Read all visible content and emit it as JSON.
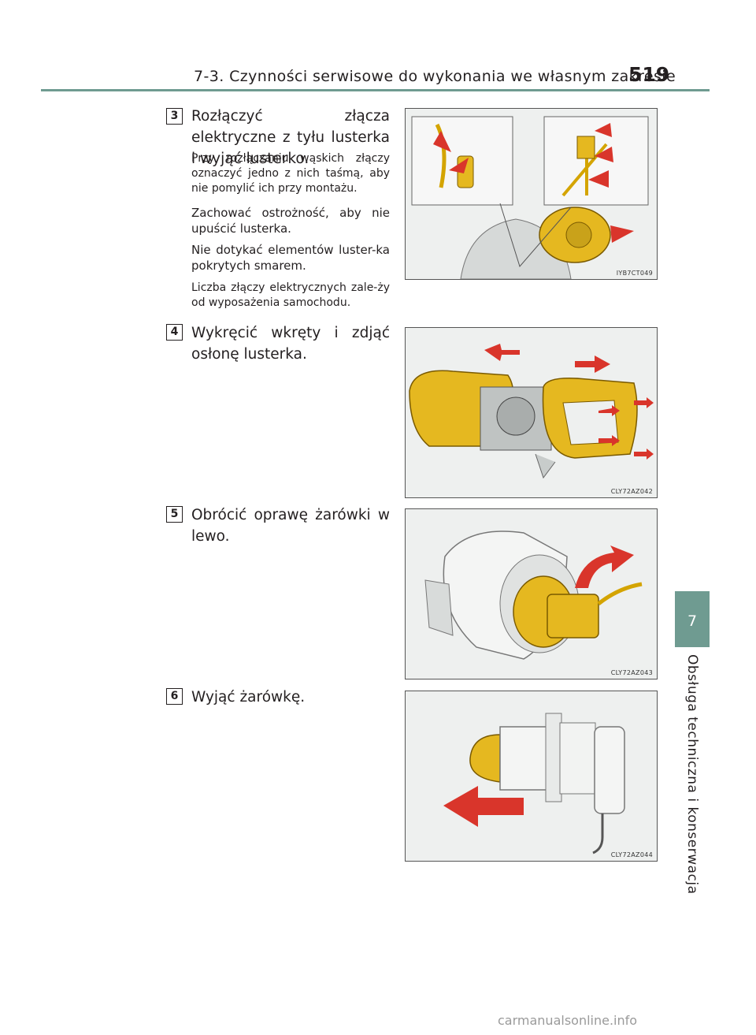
{
  "header": {
    "title": "7-3. Czynności serwisowe do wykonania we własnym zakresie",
    "page_number": "519"
  },
  "side_tab": {
    "number": "7",
    "label": "Obsługa techniczna i konserwacja"
  },
  "steps": [
    {
      "badge": "3",
      "main": "Rozłączyć złącza elektryczne z tyłu lusterka i wyjąć lusterko.",
      "notes": [
        "Przy rozłączaniu wąskich złączy oznaczyć jedno z nich taśmą, aby nie pomylić ich przy montażu.",
        "Zachować ostrożność, aby nie upuścić lusterka.",
        "Nie dotykać elementów luster-ka pokrytych smarem.",
        "Liczba złączy elektrycznych zale-ży od wyposażenia samochodu."
      ],
      "figure_code": "IYB7CT049"
    },
    {
      "badge": "4",
      "main": "Wykręcić wkręty i zdjąć osłonę lusterka.",
      "figure_code": "CLY72AZ042"
    },
    {
      "badge": "5",
      "main": "Obrócić oprawę żarówki w lewo.",
      "figure_code": "CLY72AZ043"
    },
    {
      "badge": "6",
      "main": "Wyjąć żarówkę.",
      "figure_code": "CLY72AZ044"
    }
  ],
  "watermark": "carmanualsonline.info",
  "colors": {
    "accent": "#6f9b91",
    "arrow": "#d9352b",
    "part": "#e5b820"
  }
}
